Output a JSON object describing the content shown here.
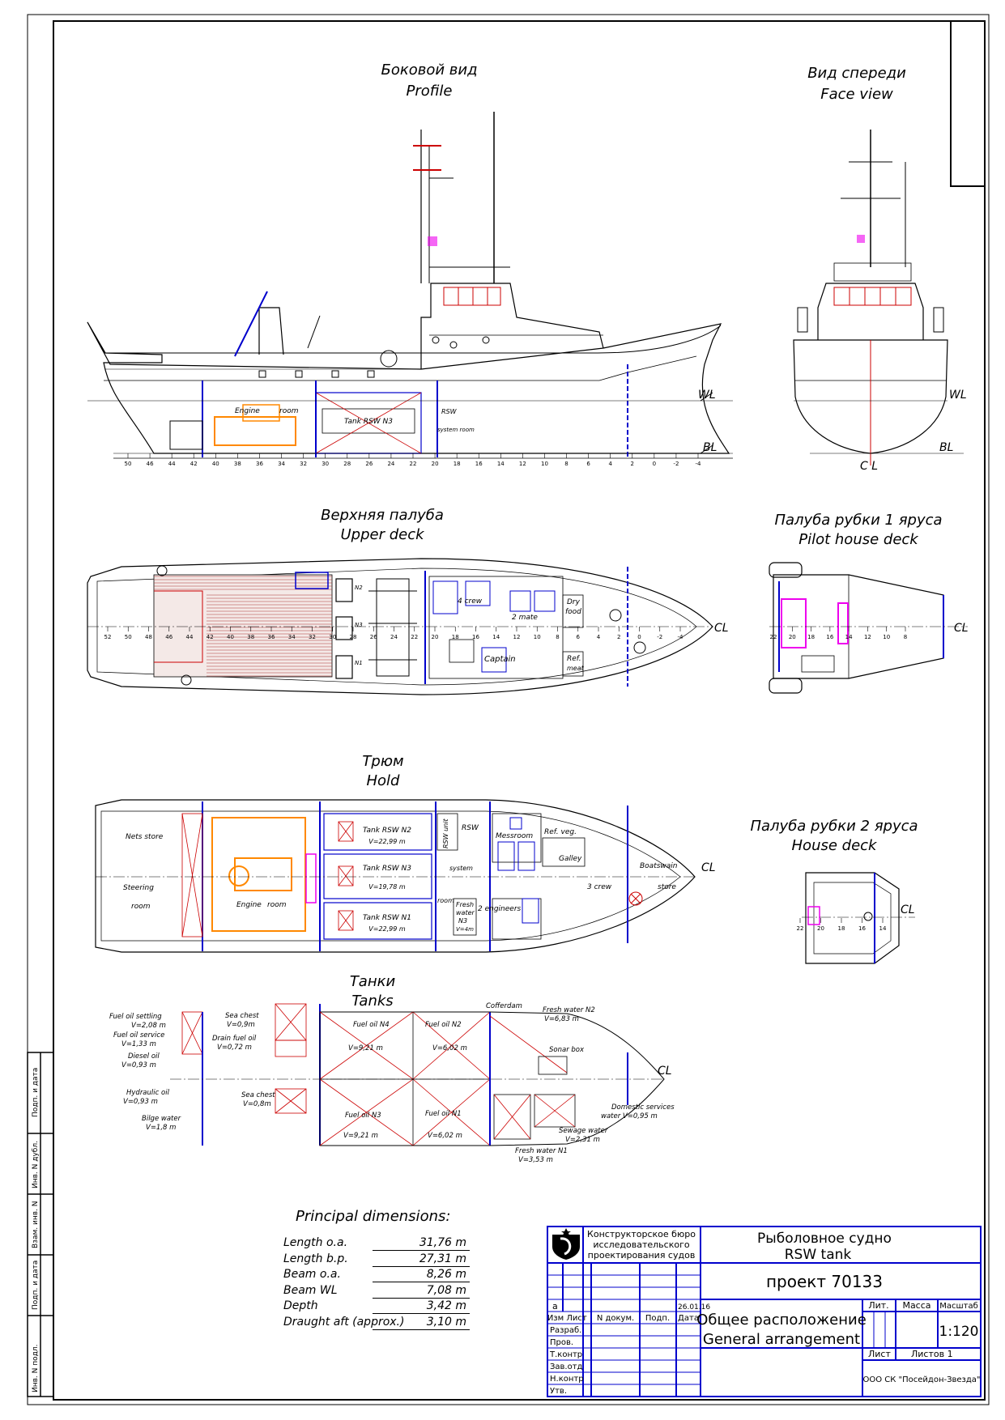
{
  "views": {
    "profile": {
      "ru": "Боковой вид",
      "en": "Profile"
    },
    "face": {
      "ru": "Вид спереди",
      "en": "Face view"
    },
    "upper_deck": {
      "ru": "Верхняя палуба",
      "en": "Upper deck"
    },
    "pilot": {
      "ru": "Палуба рубки 1 яруса",
      "en": "Pilot house deck"
    },
    "hold": {
      "ru": "Трюм",
      "en": "Hold"
    },
    "house": {
      "ru": "Палуба рубки 2 яруса",
      "en": "House deck"
    },
    "tanks": {
      "ru": "Танки",
      "en": "Tanks"
    }
  },
  "ref_lines": {
    "wl": "WL",
    "bl": "BL",
    "cl": "CL",
    "cl_face": "C L"
  },
  "profile_labels": {
    "engine": "Engine",
    "room": "room",
    "tank": "Tank RSW N3",
    "rsw": "RSW",
    "system_room": "system room"
  },
  "upper_labels": {
    "n2": "N2",
    "n3": "N3",
    "n1": "N1",
    "crew4": "4 crew",
    "mate2": "2 mate",
    "dry": "Dry",
    "food": "food",
    "captain": "Captain",
    "ref": "Ref.",
    "meat": "meat"
  },
  "hold_labels": {
    "nets_store": "Nets store",
    "steering": "Steering",
    "room": "room",
    "engine": "Engine",
    "engine_room": "room",
    "tank2": "Tank RSW N2",
    "tank2v": "V=22,99 m",
    "tank3": "Tank RSW N3",
    "tank3v": "V=19,78 m",
    "tank1": "Tank RSW N1",
    "tank1v": "V=22,99 m",
    "rsw_unit": "RSW unit",
    "rsw": "RSW",
    "system": "system",
    "room2": "room",
    "fresh": "Fresh",
    "water": "water",
    "n3": "N3",
    "v": "V=4m",
    "messroom": "Messroom",
    "ref_veg": "Ref. veg.",
    "galley": "Galley",
    "engineers": "2 engineers",
    "crew": "3 crew",
    "boatswain": "Boatswain",
    "store": "store"
  },
  "tank_labels": {
    "fo_settling": "Fuel oil settling",
    "fo_settling_v": "V=2,08 m",
    "fo_service": "Fuel oil service",
    "fo_service_v": "V=1,33 m",
    "diesel": "Diesel oil",
    "diesel_v": "V=0,93 m",
    "hydraulic": "Hydraulic oil",
    "hydraulic_v": "V=0,93 m",
    "bilge": "Bilge water",
    "bilge_v": "V=1,8 m",
    "sea_chest1": "Sea chest",
    "sea_chest1_v": "V=0,9m",
    "drain": "Drain fuel oil",
    "drain_v": "V=0,72 m",
    "sea_chest2": "Sea chest",
    "sea_chest2_v": "V=0,8m",
    "fo4": "Fuel oil N4",
    "fo4_v": "V=9,21 m",
    "fo2": "Fuel oil N2",
    "fo2_v": "V=6,02 m",
    "fo3": "Fuel oil N3",
    "fo3_v": "V=9,21 m",
    "fo1": "Fuel oil N1",
    "fo1_v": "V=6,02 m",
    "cofferdam": "Cofferdam",
    "fw2": "Fresh water N2",
    "fw2_v": "V=6,83 m",
    "sonar": "Sonar box",
    "domestic": "Domestic services",
    "domestic_v": "water V=0,95 m",
    "sewage": "Sewage water",
    "sewage_v": "V=2,31 m",
    "fw1": "Fresh water N1",
    "fw1_v": "V=3,53 m"
  },
  "frames_profile": [
    "50",
    "46",
    "44",
    "42",
    "40",
    "38",
    "36",
    "34",
    "32",
    "30",
    "28",
    "26",
    "24",
    "22",
    "20",
    "18",
    "16",
    "14",
    "12",
    "10",
    "8",
    "6",
    "4",
    "2",
    "0",
    "-2",
    "-4"
  ],
  "frames_upper": [
    "52",
    "50",
    "48",
    "46",
    "44",
    "42",
    "40",
    "38",
    "36",
    "34",
    "32",
    "30",
    "28",
    "26",
    "24",
    "22",
    "20",
    "18",
    "16",
    "14",
    "12",
    "10",
    "8",
    "6",
    "4",
    "2",
    "0",
    "-2",
    "-4"
  ],
  "frames_pilot": [
    "22",
    "20",
    "18",
    "16",
    "14",
    "12",
    "10",
    "8"
  ],
  "frames_house": [
    "22",
    "20",
    "18",
    "16",
    "14"
  ],
  "principal": {
    "title": "Principal dimensions:",
    "rows": [
      {
        "label": "Length o.a.",
        "value": "31,76 m"
      },
      {
        "label": "Length b.p.",
        "value": "27,31 m"
      },
      {
        "label": "Beam o.a.",
        "value": "8,26 m"
      },
      {
        "label": "Beam WL",
        "value": "7,08 m"
      },
      {
        "label": "Depth",
        "value": "3,42 m"
      },
      {
        "label": "Draught aft (approx.)",
        "value": "3,10 m"
      }
    ]
  },
  "title_block": {
    "bureau": [
      "Конструкторское бюро",
      "исследовательского",
      "проектирования судов"
    ],
    "vessel_ru": "Рыболовное судно",
    "vessel_en": "RSW tank",
    "project": "проект 70133",
    "drawing_ru": "Общее расположение",
    "drawing_en": "General arrangement",
    "rev": "a",
    "date": "26.01.16",
    "cols": [
      "Изм",
      "Лист",
      "N докум.",
      "Подп.",
      "Дата"
    ],
    "roles": [
      "Разраб.",
      "Пров.",
      "Т.контр",
      "Зав.отд",
      "Н.контр",
      "Утв."
    ],
    "lit": "Лит.",
    "mass": "Масса",
    "scale_hdr": "Масштаб",
    "scale": "1:120",
    "sheet": "Лист",
    "sheets": "Листов 1",
    "company": "ООО СК \"Посейдон-Звезда\""
  },
  "side_stamp": [
    "Инв. N подл.",
    "Подп. и дата",
    "Взам. инв. N",
    "Инв. N дубл.",
    "Подп. и дата"
  ]
}
